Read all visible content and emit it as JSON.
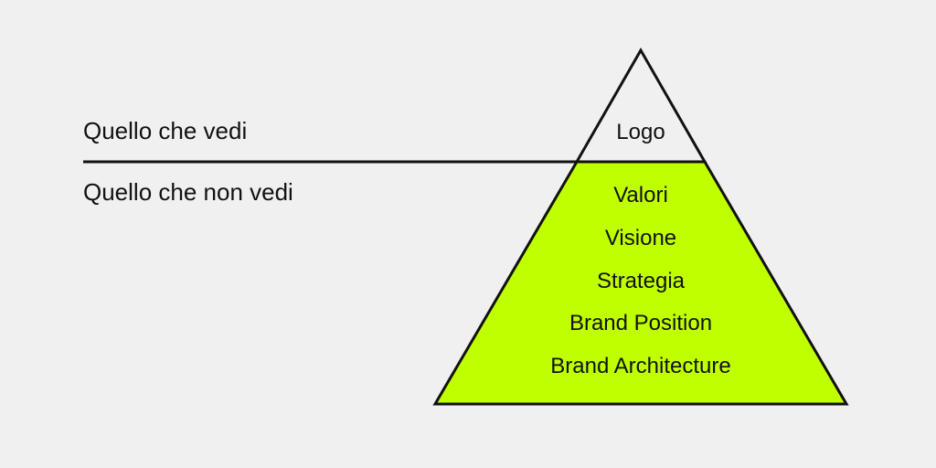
{
  "labels": {
    "visible": "Quello che vedi",
    "hidden": "Quello che non vedi"
  },
  "pyramid": {
    "top": "Logo",
    "layers": [
      "Valori",
      "Visione",
      "Strategia",
      "Brand Position",
      "Brand Architecture"
    ]
  },
  "colors": {
    "background": "#f0f0f0",
    "base_fill": "#c0ff00",
    "tip_fill": "#f0f0f0",
    "stroke": "#111111"
  }
}
